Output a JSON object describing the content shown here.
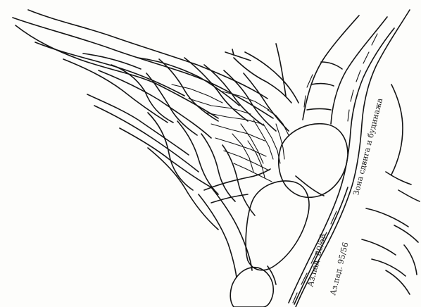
{
  "diagram": {
    "labels": {
      "zone": "Зона сдвига и будинажа",
      "dip1": "Аз.пад. 80/58",
      "dip2": "Аз.пад. 95/56"
    }
  }
}
